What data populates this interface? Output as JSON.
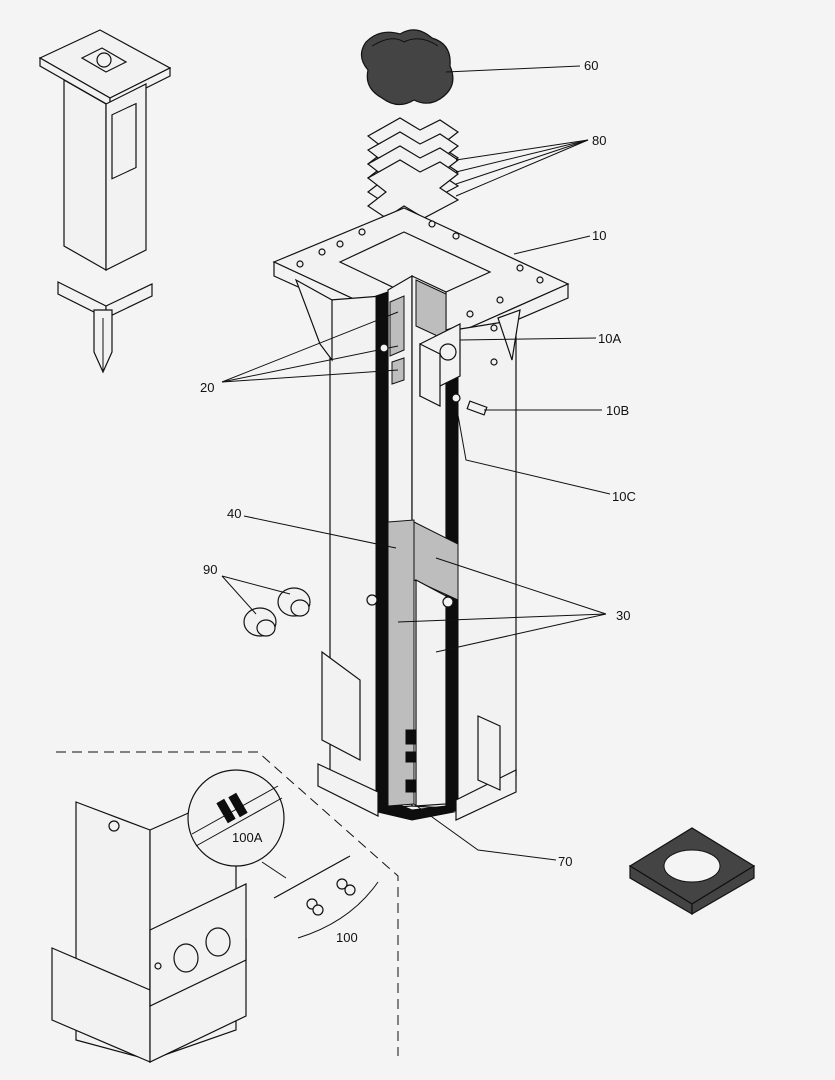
{
  "callouts": {
    "c60": "60",
    "c80": "80",
    "c10": "10",
    "c10A": "10A",
    "c20": "20",
    "c10B": "10B",
    "c10C": "10C",
    "c40": "40",
    "c90": "90",
    "c30": "30",
    "c70": "70",
    "c100A": "100A",
    "c100": "100"
  },
  "colors": {
    "background": "#f4f4f4",
    "line": "#111111",
    "part_fill": "#f2f2f2",
    "wear_plate": "#bdbdbd",
    "rubber": "#444444"
  }
}
